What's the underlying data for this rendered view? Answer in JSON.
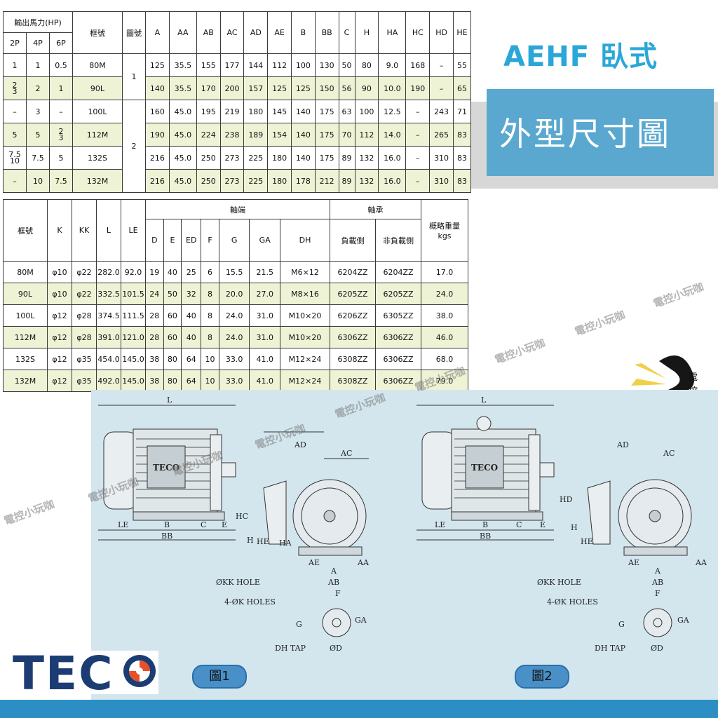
{
  "title_en": "AEHF 臥式",
  "title_zh": "外型尺寸圖",
  "table1": {
    "hp_header": "輸出馬力(HP)",
    "pole_headers": [
      "2P",
      "4P",
      "6P"
    ],
    "frame_header": "框號",
    "fig_header": "圖號",
    "dim_headers": [
      "A",
      "AA",
      "AB",
      "AC",
      "AD",
      "AE",
      "B",
      "BB",
      "C",
      "H",
      "HA",
      "HC",
      "HD",
      "HE"
    ],
    "rows": [
      {
        "p2": "1",
        "p4": "1",
        "p6": "0.5",
        "frame": "80M",
        "dims": [
          "125",
          "35.5",
          "155",
          "177",
          "144",
          "112",
          "100",
          "130",
          "50",
          "80",
          "9.0",
          "168",
          "–",
          "55"
        ]
      },
      {
        "p2": "2\n3",
        "p4": "2",
        "p6": "1",
        "frame": "90L",
        "dims": [
          "140",
          "35.5",
          "170",
          "200",
          "157",
          "125",
          "125",
          "150",
          "56",
          "90",
          "10.0",
          "190",
          "–",
          "65"
        ]
      },
      {
        "p2": "–",
        "p4": "3",
        "p6": "–",
        "frame": "100L",
        "dims": [
          "160",
          "45.0",
          "195",
          "219",
          "180",
          "145",
          "140",
          "175",
          "63",
          "100",
          "12.5",
          "–",
          "243",
          "71"
        ]
      },
      {
        "p2": "5",
        "p4": "5",
        "p6": "2\n3",
        "frame": "112M",
        "dims": [
          "190",
          "45.0",
          "224",
          "238",
          "189",
          "154",
          "140",
          "175",
          "70",
          "112",
          "14.0",
          "–",
          "265",
          "83"
        ]
      },
      {
        "p2": "7.5\n10",
        "p4": "7.5",
        "p6": "5",
        "frame": "132S",
        "dims": [
          "216",
          "45.0",
          "250",
          "273",
          "225",
          "180",
          "140",
          "175",
          "89",
          "132",
          "16.0",
          "–",
          "310",
          "83"
        ]
      },
      {
        "p2": "–",
        "p4": "10",
        "p6": "7.5",
        "frame": "132M",
        "dims": [
          "216",
          "45.0",
          "250",
          "273",
          "225",
          "180",
          "178",
          "212",
          "89",
          "132",
          "16.0",
          "–",
          "310",
          "83"
        ]
      }
    ],
    "fig_values": [
      "1",
      "2"
    ]
  },
  "table2": {
    "frame_header": "框號",
    "headers_left": [
      "K",
      "KK",
      "L",
      "LE"
    ],
    "shaft_group": "軸端",
    "shaft_headers": [
      "D",
      "E",
      "ED",
      "F",
      "G",
      "GA",
      "DH"
    ],
    "bearing_group": "軸承",
    "bearing_headers": [
      "負載側",
      "非負載側"
    ],
    "weight_header": "概略重量",
    "weight_unit": "kgs",
    "rows": [
      {
        "frame": "80M",
        "k": "φ10",
        "kk": "φ22",
        "l": "282.0",
        "le": "92.0",
        "d": "19",
        "e": "40",
        "ed": "25",
        "f": "6",
        "g": "15.5",
        "ga": "21.5",
        "dh": "M6×12",
        "b1": "6204ZZ",
        "b2": "6204ZZ",
        "w": "17.0"
      },
      {
        "frame": "90L",
        "k": "φ10",
        "kk": "φ22",
        "l": "332.5",
        "le": "101.5",
        "d": "24",
        "e": "50",
        "ed": "32",
        "f": "8",
        "g": "20.0",
        "ga": "27.0",
        "dh": "M8×16",
        "b1": "6205ZZ",
        "b2": "6205ZZ",
        "w": "24.0"
      },
      {
        "frame": "100L",
        "k": "φ12",
        "kk": "φ28",
        "l": "374.5",
        "le": "111.5",
        "d": "28",
        "e": "60",
        "ed": "40",
        "f": "8",
        "g": "24.0",
        "ga": "31.0",
        "dh": "M10×20",
        "b1": "6206ZZ",
        "b2": "6305ZZ",
        "w": "38.0"
      },
      {
        "frame": "112M",
        "k": "φ12",
        "kk": "φ28",
        "l": "391.0",
        "le": "121.0",
        "d": "28",
        "e": "60",
        "ed": "40",
        "f": "8",
        "g": "24.0",
        "ga": "31.0",
        "dh": "M10×20",
        "b1": "6306ZZ",
        "b2": "6306ZZ",
        "w": "46.0"
      },
      {
        "frame": "132S",
        "k": "φ12",
        "kk": "φ35",
        "l": "454.0",
        "le": "145.0",
        "d": "38",
        "e": "80",
        "ed": "64",
        "f": "10",
        "g": "33.0",
        "ga": "41.0",
        "dh": "M12×24",
        "b1": "6308ZZ",
        "b2": "6306ZZ",
        "w": "68.0"
      },
      {
        "frame": "132M",
        "k": "φ12",
        "kk": "φ35",
        "l": "492.0",
        "le": "145.0",
        "d": "38",
        "e": "80",
        "ed": "64",
        "f": "10",
        "g": "33.0",
        "ga": "41.0",
        "dh": "M12×24",
        "b1": "6308ZZ",
        "b2": "6306ZZ",
        "w": "79.0"
      }
    ]
  },
  "drawing": {
    "motor_brand": "TECO",
    "dim_labels_fig1": [
      "L",
      "AD",
      "AC",
      "HC",
      "H",
      "HE",
      "HA",
      "LE",
      "B",
      "BB",
      "C",
      "E",
      "AE",
      "A",
      "AB",
      "AA"
    ],
    "dim_labels_fig2": [
      "L",
      "AD",
      "AC",
      "HD",
      "H",
      "HE",
      "LE",
      "B",
      "BB",
      "C",
      "E",
      "AE",
      "A",
      "AB",
      "AA"
    ],
    "callouts": [
      "ØKK HOLE",
      "4-ØK HOLES",
      "DH TAP",
      "ØD",
      "F",
      "G",
      "GA"
    ],
    "fig1_button": "圖1",
    "fig2_button": "圖2"
  },
  "logo_text": "TEC",
  "watermark": "電控小玩咖",
  "dragon_seal": "電控小玩咖",
  "colors": {
    "accent": "#2aa7d8",
    "title_box": "#5aa8d0",
    "row_green": "#eef3d6",
    "drawing_bg": "#d3e6ee",
    "logo": "#1c3d73",
    "bar": "#2b8fc3"
  }
}
